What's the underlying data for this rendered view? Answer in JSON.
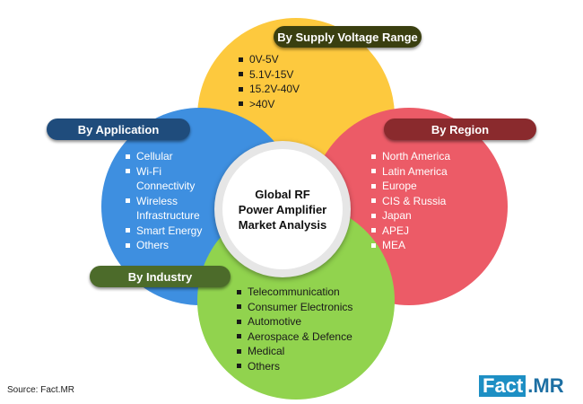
{
  "colors": {
    "voltage": "#fdc93e",
    "application": "#3e8fe0",
    "region": "#ec5b67",
    "industry": "#91d34e",
    "voltage_pill": "#3a3f10",
    "application_pill": "#1f4c7c",
    "region_pill": "#8a2a2d",
    "industry_pill": "#4c6b2a"
  },
  "center": {
    "line1": "Global RF",
    "line2": "Power Amplifier",
    "line3": "Market Analysis"
  },
  "voltage": {
    "title": "By Supply Voltage Range",
    "items": [
      "0V-5V",
      "5.1V-15V",
      "15.2V-40V",
      ">40V"
    ]
  },
  "application": {
    "title": "By Application",
    "items": [
      "Cellular",
      "Wi-Fi",
      "Connectivity",
      "Wireless",
      "Infrastructure",
      "Smart Energy",
      "Others"
    ]
  },
  "region": {
    "title": "By Region",
    "items": [
      "North America",
      "Latin America",
      "Europe",
      "CIS & Russia",
      "Japan",
      "APEJ",
      "MEA"
    ]
  },
  "industry": {
    "title": "By Industry",
    "items": [
      "Telecommunication",
      "Consumer Electronics",
      "Automotive",
      "Aerospace & Defence",
      "Medical",
      "Others"
    ]
  },
  "source": "Source: Fact.MR",
  "logo": {
    "part1": "Fact",
    "part2": ".MR"
  }
}
